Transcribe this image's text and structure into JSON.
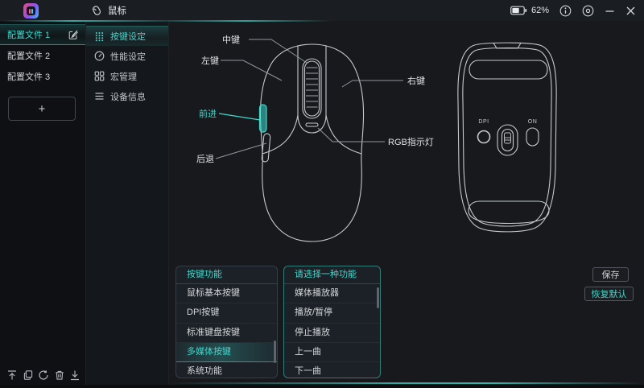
{
  "theme": {
    "accent": "#3fd9ce",
    "outline": "#c6c9cd"
  },
  "titlebar": {
    "device_title": "鼠标",
    "battery_percent": "62%"
  },
  "profiles": {
    "items": [
      {
        "label": "配置文件 1"
      },
      {
        "label": "配置文件 2"
      },
      {
        "label": "配置文件 3"
      }
    ],
    "add_label": "+"
  },
  "nav": {
    "items": [
      {
        "label": "按键设定"
      },
      {
        "label": "性能设定"
      },
      {
        "label": "宏管理"
      },
      {
        "label": "设备信息"
      }
    ]
  },
  "diagram": {
    "labels": {
      "middle": "中键",
      "left": "左键",
      "right": "右键",
      "forward": "前进",
      "back": "后退",
      "rgb": "RGB指示灯",
      "dpi": "DPI",
      "power": "ON"
    }
  },
  "panels": {
    "functions": {
      "title": "按键功能",
      "items": [
        {
          "label": "鼠标基本按键"
        },
        {
          "label": "DPI按键"
        },
        {
          "label": "标准键盘按键"
        },
        {
          "label": "多媒体按键"
        },
        {
          "label": "系统功能"
        }
      ]
    },
    "options": {
      "title": "请选择一种功能",
      "items": [
        {
          "label": "媒体播放器"
        },
        {
          "label": "播放/暂停"
        },
        {
          "label": "停止播放"
        },
        {
          "label": "上一曲"
        },
        {
          "label": "下一曲"
        }
      ]
    }
  },
  "actions": {
    "save": "保存",
    "restore": "恢复默认"
  }
}
